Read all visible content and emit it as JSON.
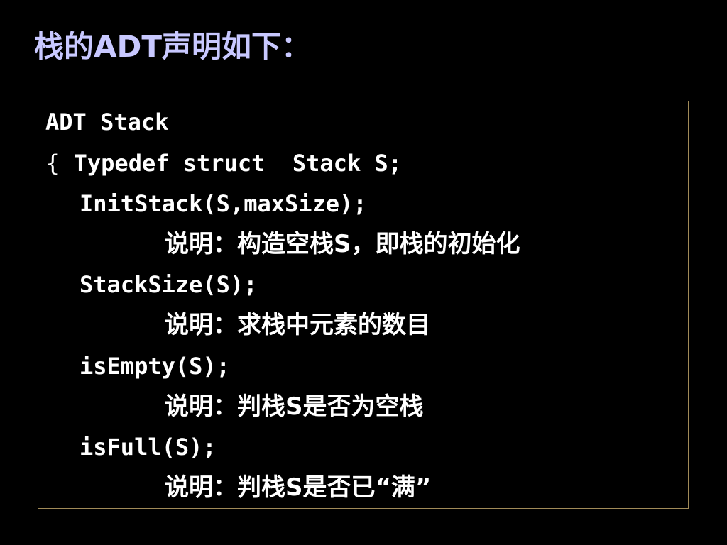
{
  "slide": {
    "title": "栈的ADT声明如下：",
    "title_color": "#c8c8ff",
    "code_lines": [
      {
        "text": "ADT Stack"
      },
      {
        "brace": "{",
        "text": " Typedef struct  Stack S;"
      },
      {
        "text": "InitStack(S,maxSize);"
      },
      {
        "text": "说明：构造空栈S，即栈的初始化"
      },
      {
        "text": "StackSize(S);"
      },
      {
        "text": "说明：求栈中元素的数目"
      },
      {
        "text": "isEmpty(S);"
      },
      {
        "text": "说明：判栈S是否为空栈"
      },
      {
        "text": "isFull(S);"
      },
      {
        "text": "说明：判栈S是否已“满”"
      }
    ]
  }
}
